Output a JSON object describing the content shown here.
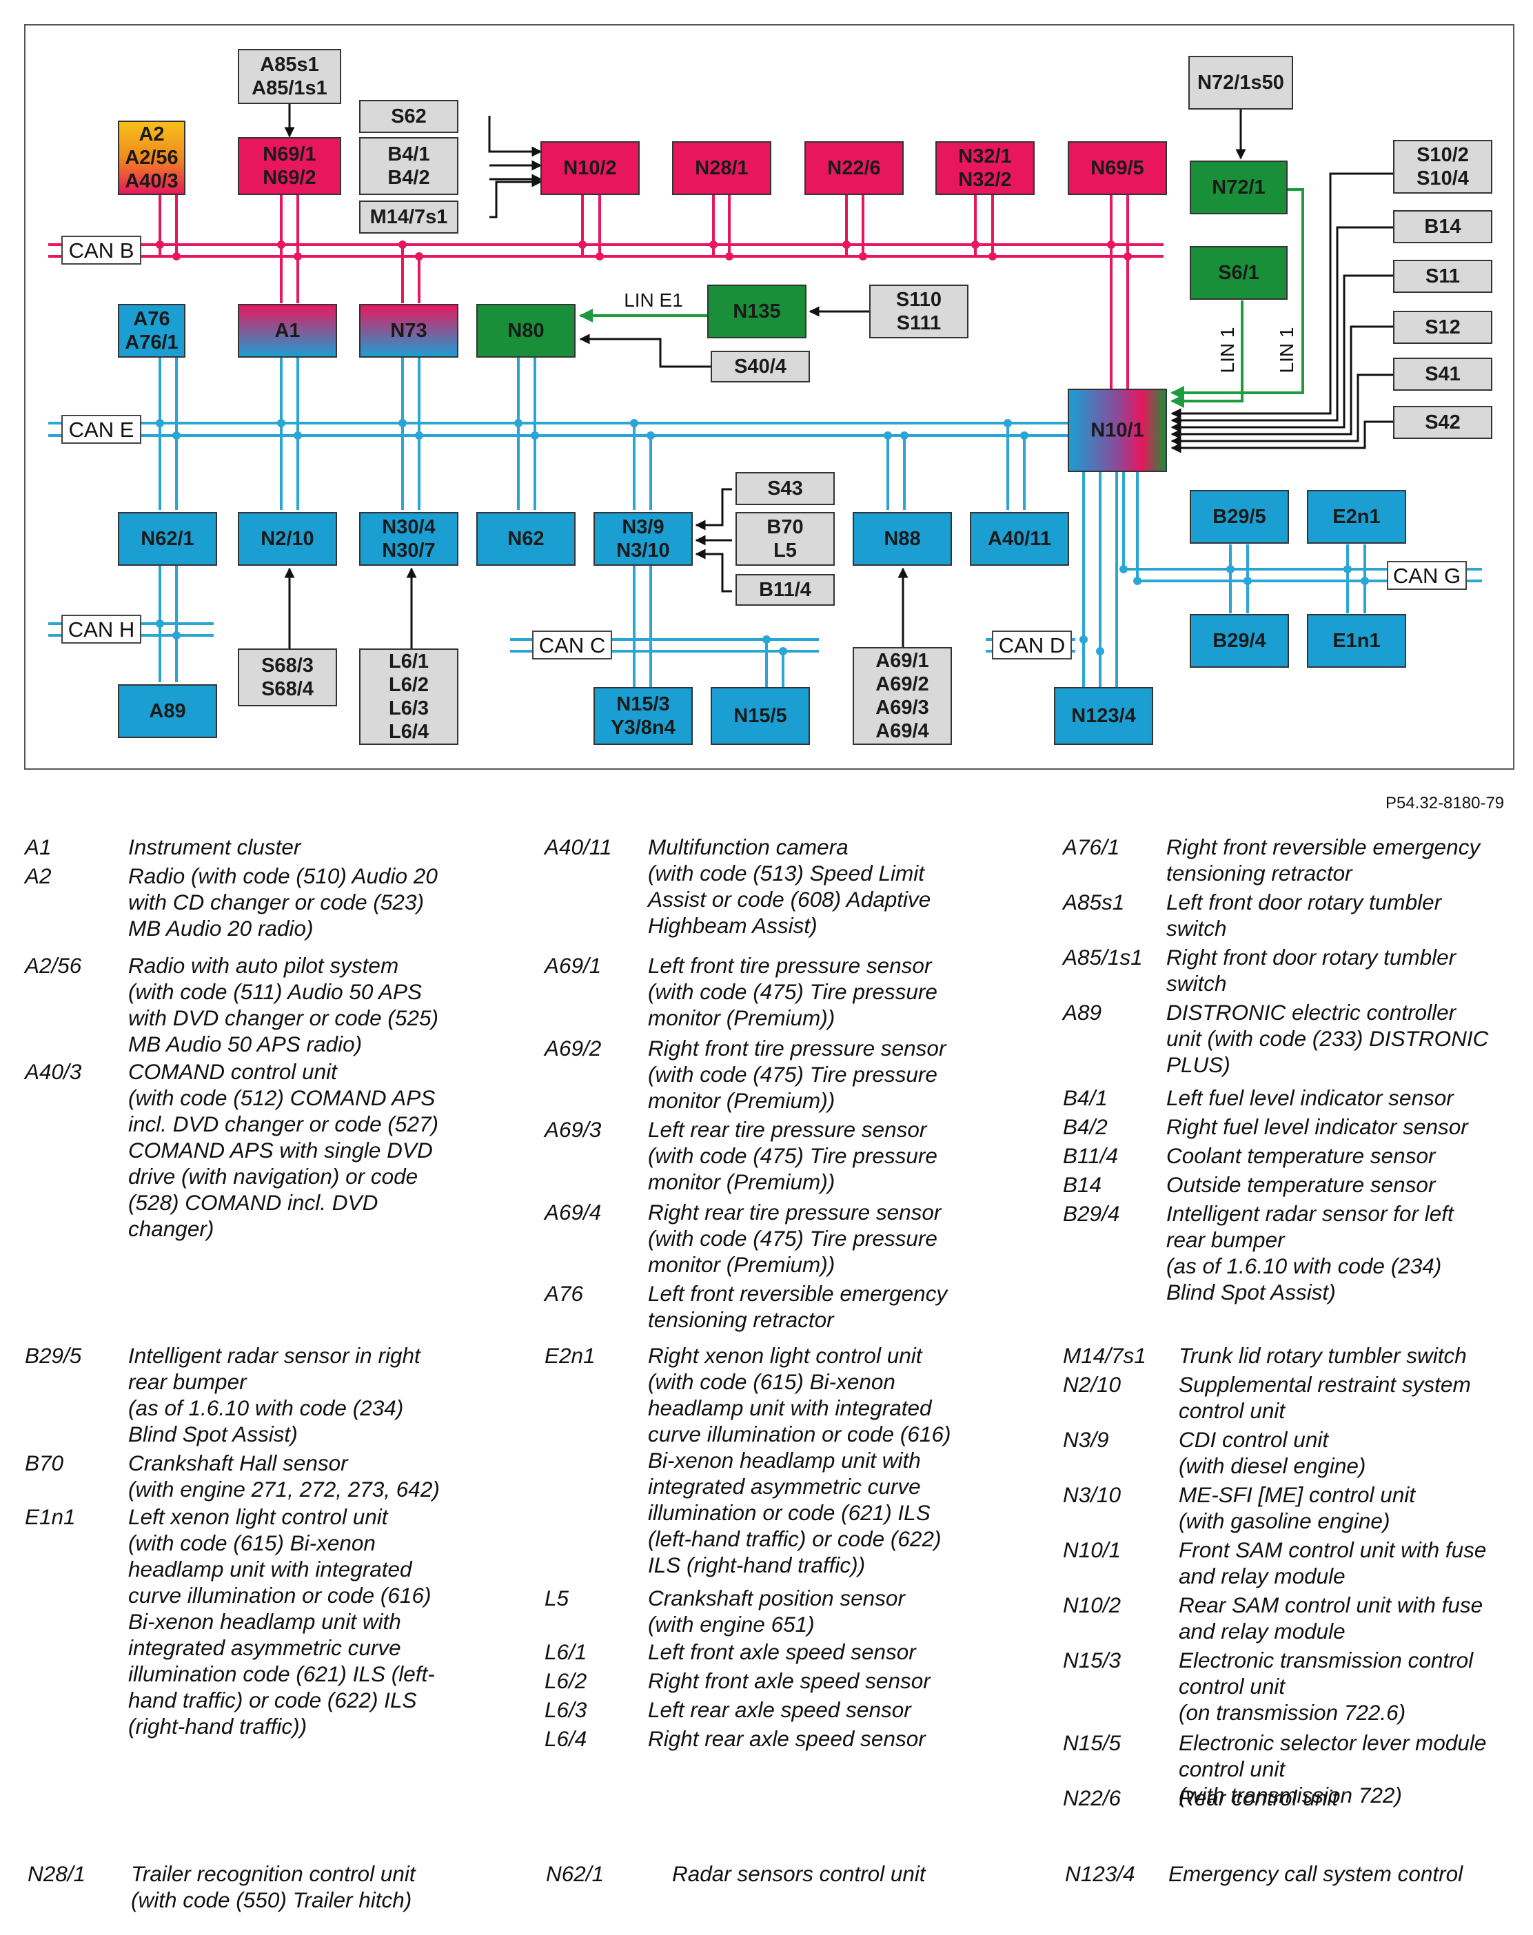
{
  "figure_code": "P54.32-8180-79",
  "colors": {
    "can_b": "#e8175d",
    "can_e": "#2aa6d6",
    "lin": "#1e9b3c",
    "box_red": "#e8175d",
    "box_blue": "#1b9fd2",
    "box_green": "#1a8f3a",
    "box_gray": "#d9d9d9",
    "box_orange": "#f08a1c"
  },
  "diagram": {
    "bus_labels": {
      "can_b": "CAN B",
      "can_e": "CAN E",
      "can_h": "CAN H",
      "can_c": "CAN C",
      "can_d": "CAN D",
      "can_g": "CAN G"
    },
    "lin_labels": {
      "lin_e1": "LIN E1",
      "lin_1a": "LIN 1",
      "lin_1b": "LIN 1"
    },
    "modules": {
      "a2": [
        "A2",
        "A2/56",
        "A40/3"
      ],
      "a85": [
        "A85s1",
        "A85/1s1"
      ],
      "n69_1": [
        "N69/1",
        "N69/2"
      ],
      "s62": [
        "S62"
      ],
      "b4": [
        "B4/1",
        "B4/2"
      ],
      "m14": [
        "M14/7s1"
      ],
      "n10_2": [
        "N10/2"
      ],
      "n28_1": [
        "N28/1"
      ],
      "n22_6": [
        "N22/6"
      ],
      "n32": [
        "N32/1",
        "N32/2"
      ],
      "n69_5": [
        "N69/5"
      ],
      "n72s50": [
        "N72/1s50"
      ],
      "n72_1": [
        "N72/1"
      ],
      "s10": [
        "S10/2",
        "S10/4"
      ],
      "b14": [
        "B14"
      ],
      "s6_1": [
        "S6/1"
      ],
      "s11": [
        "S11"
      ],
      "s12": [
        "S12"
      ],
      "s41": [
        "S41"
      ],
      "s42": [
        "S42"
      ],
      "a76": [
        "A76",
        "A76/1"
      ],
      "a1": [
        "A1"
      ],
      "n73": [
        "N73"
      ],
      "n80": [
        "N80"
      ],
      "n135": [
        "N135"
      ],
      "s110": [
        "S110",
        "S111"
      ],
      "s40_4": [
        "S40/4"
      ],
      "n10_1": [
        "N10/1"
      ],
      "n62_1": [
        "N62/1"
      ],
      "n2_10": [
        "N2/10"
      ],
      "n30": [
        "N30/4",
        "N30/7"
      ],
      "n62": [
        "N62"
      ],
      "n3": [
        "N3/9",
        "N3/10"
      ],
      "s43": [
        "S43"
      ],
      "b70": [
        "B70",
        "L5"
      ],
      "b11_4": [
        "B11/4"
      ],
      "n88": [
        "N88"
      ],
      "a40_11": [
        "A40/11"
      ],
      "b29_5": [
        "B29/5"
      ],
      "e2n1": [
        "E2n1"
      ],
      "b29_4": [
        "B29/4"
      ],
      "e1n1": [
        "E1n1"
      ],
      "a89": [
        "A89"
      ],
      "s68": [
        "S68/3",
        "S68/4"
      ],
      "l6": [
        "L6/1",
        "L6/2",
        "L6/3",
        "L6/4"
      ],
      "n15_3": [
        "N15/3",
        "Y3/8n4"
      ],
      "n15_5": [
        "N15/5"
      ],
      "a69": [
        "A69/1",
        "A69/2",
        "A69/3",
        "A69/4"
      ],
      "n123_4": [
        "N123/4"
      ]
    }
  },
  "legend": [
    {
      "code": "A1",
      "desc": "Instrument cluster"
    },
    {
      "code": "A2",
      "desc": "Radio (with code (510) Audio 20\nwith CD changer or code (523)\nMB Audio 20 radio)"
    },
    {
      "code": "A2/56",
      "desc": "Radio with auto pilot system\n(with code (511) Audio 50 APS\nwith DVD changer or code (525)\nMB Audio 50 APS radio)"
    },
    {
      "code": "A40/3",
      "desc": "COMAND control unit\n(with code (512) COMAND APS\nincl. DVD changer or code (527)\nCOMAND APS with single DVD\ndrive (with navigation) or code\n(528) COMAND incl. DVD\nchanger)"
    },
    {
      "code": "A40/11",
      "desc": "Multifunction camera\n(with code (513) Speed Limit\nAssist or code (608) Adaptive\nHighbeam Assist)"
    },
    {
      "code": "A69/1",
      "desc": "Left front tire pressure sensor\n(with code (475) Tire pressure\nmonitor (Premium))"
    },
    {
      "code": "A69/2",
      "desc": "Right front tire pressure sensor\n(with code (475) Tire pressure\nmonitor (Premium))"
    },
    {
      "code": "A69/3",
      "desc": "Left rear tire pressure sensor\n(with code (475) Tire pressure\nmonitor (Premium))"
    },
    {
      "code": "A69/4",
      "desc": "Right rear tire pressure sensor\n(with code (475) Tire pressure\nmonitor (Premium))"
    },
    {
      "code": "A76",
      "desc": "Left front reversible emergency\ntensioning retractor"
    },
    {
      "code": "A76/1",
      "desc": "Right front reversible emergency\ntensioning retractor"
    },
    {
      "code": "A85s1",
      "desc": "Left front door rotary tumbler\nswitch"
    },
    {
      "code": "A85/1s1",
      "desc": "Right front door rotary tumbler\nswitch"
    },
    {
      "code": "A89",
      "desc": "DISTRONIC electric controller\nunit (with code (233) DISTRONIC\nPLUS)"
    },
    {
      "code": "B4/1",
      "desc": "Left fuel level indicator sensor"
    },
    {
      "code": "B4/2",
      "desc": "Right fuel level indicator sensor"
    },
    {
      "code": "B11/4",
      "desc": "Coolant temperature sensor"
    },
    {
      "code": "B14",
      "desc": "Outside temperature sensor"
    },
    {
      "code": "B29/4",
      "desc": "Intelligent radar sensor for left\nrear bumper\n(as of 1.6.10 with code (234)\nBlind Spot Assist)"
    },
    {
      "code": "B29/5",
      "desc": "Intelligent radar sensor in right\nrear bumper\n(as of 1.6.10 with code (234)\nBlind Spot Assist)"
    },
    {
      "code": "B70",
      "desc": "Crankshaft Hall sensor\n(with engine 271, 272, 273, 642)"
    },
    {
      "code": "E1n1",
      "desc": "Left xenon light control unit\n(with code (615) Bi-xenon\nheadlamp unit with integrated\ncurve illumination or code (616)\nBi-xenon headlamp unit with\nintegrated asymmetric curve\nillumination code (621) ILS (left-\nhand traffic) or code (622) ILS\n(right-hand traffic))"
    },
    {
      "code": "E2n1",
      "desc": "Right xenon light control unit\n(with code (615) Bi-xenon\nheadlamp unit with integrated\ncurve illumination or code (616)\nBi-xenon headlamp unit with\nintegrated asymmetric curve\nillumination or code (621) ILS\n(left-hand traffic) or code (622)\nILS (right-hand traffic))"
    },
    {
      "code": "L5",
      "desc": "Crankshaft position sensor\n(with engine 651)"
    },
    {
      "code": "L6/1",
      "desc": "Left front axle speed sensor"
    },
    {
      "code": "L6/2",
      "desc": "Right front axle speed sensor"
    },
    {
      "code": "L6/3",
      "desc": "Left rear axle speed sensor"
    },
    {
      "code": "L6/4",
      "desc": "Right rear axle speed sensor"
    },
    {
      "code": "M14/7s1",
      "desc": "Trunk lid rotary tumbler switch"
    },
    {
      "code": "N2/10",
      "desc": "Supplemental restraint system\ncontrol unit"
    },
    {
      "code": "N3/9",
      "desc": "CDI control unit\n(with diesel engine)"
    },
    {
      "code": "N3/10",
      "desc": "ME-SFI [ME] control unit\n(with gasoline engine)"
    },
    {
      "code": "N10/1",
      "desc": "Front SAM control unit with fuse\nand relay module"
    },
    {
      "code": "N10/2",
      "desc": "Rear SAM control unit with fuse\nand relay module"
    },
    {
      "code": "N15/3",
      "desc": "Electronic transmission control\ncontrol unit\n(on transmission 722.6)"
    },
    {
      "code": "N15/5",
      "desc": "Electronic selector lever module\ncontrol unit\n(with transmission 722)"
    },
    {
      "code": "N22/6",
      "desc": "Rear control unit"
    },
    {
      "code": "N28/1",
      "desc": "Trailer recognition control unit\n(with code (550) Trailer hitch)"
    },
    {
      "code": "N62/1",
      "desc": "Radar sensors control unit"
    },
    {
      "code": "N123/4",
      "desc": "Emergency call system control"
    }
  ]
}
